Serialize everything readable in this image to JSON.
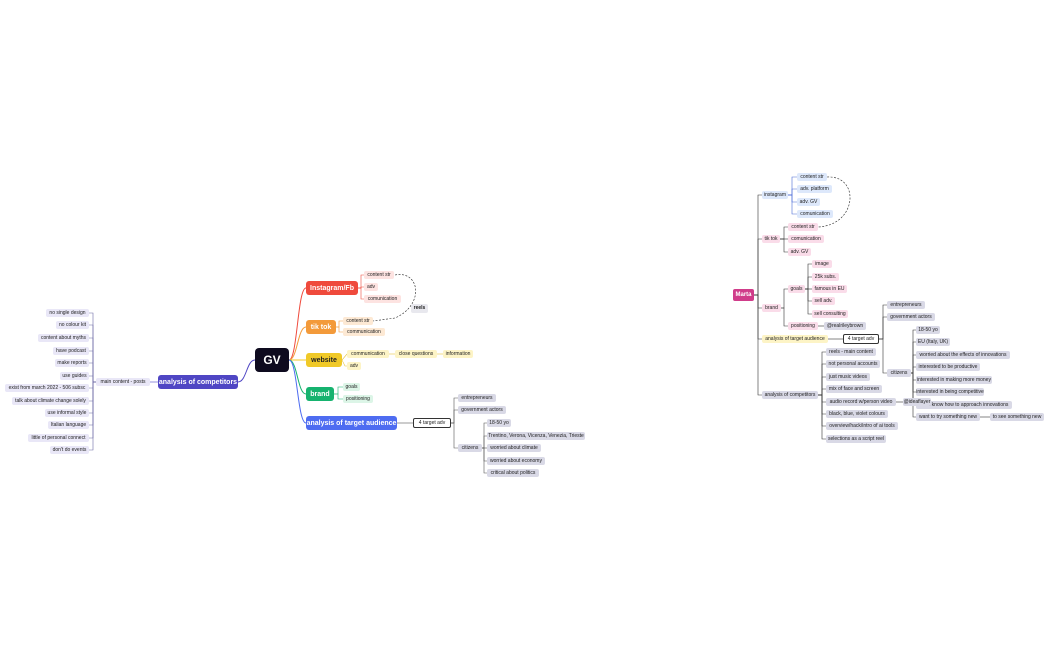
{
  "colors": {
    "dark": "#0e0b1f",
    "red": "#ef4a3c",
    "orange": "#f39a3a",
    "yellow": "#f0c928",
    "green": "#16b36f",
    "blue": "#4e6cf1",
    "indigo": "#4f46c4",
    "magenta": "#d03c8a",
    "line_gray": "#8a8ba8",
    "bg_red": "#fde3e1",
    "bg_orange": "#fde9d4",
    "bg_yellow": "#fdf4c6",
    "bg_green": "#dcf5e7",
    "bg_blue_light": "#dde8fb",
    "bg_gray": "#d9d9e6",
    "bg_lavender": "#e9e7f7",
    "bg_pink": "#fadce9"
  },
  "left_map": {
    "root": "GV",
    "branches": {
      "instagram": "Instagram/Fb",
      "tiktok": "tik tok",
      "website": "website",
      "brand": "brand",
      "target": "analysis of target audience",
      "competitors": "analysis of competitors"
    },
    "instagram_children": [
      "content str",
      "adv",
      "comunication"
    ],
    "reels_note": "reels",
    "tiktok_children": [
      "content str",
      "communication"
    ],
    "website_children": [
      "communication",
      "close questions",
      "information",
      "adv"
    ],
    "brand_children": [
      "goals",
      "positioning"
    ],
    "target_adv": "4 target adv",
    "target_children": [
      "entrepreneurs",
      "government actors",
      "citizens"
    ],
    "citizens_children": [
      "18-50 yo",
      "Trentino, Verona, Vicenza, Venezia, Trieste",
      "worried about climate",
      "worried about economy",
      "critical about politics"
    ],
    "competitors_main": "main content - posts",
    "competitors_children": [
      "no single design",
      "no colour kit",
      "content about myths",
      "have podcast",
      "make reports",
      "use guides",
      "exist from march 2022 - 506 subsc",
      "talk about climate change solely",
      "use informal style",
      "Italian language",
      "little of personal connect",
      "don't do events"
    ]
  },
  "right_map": {
    "root": "Marta",
    "branches": {
      "instagram": "instagram",
      "tiktok": "tik tok",
      "brand": "brand",
      "target": "analysis of target audience",
      "competitors": "analysis of competitors"
    },
    "instagram_children": [
      "content str",
      "adv. platform",
      "adv. GV",
      "comunication"
    ],
    "tiktok_children": [
      "content str",
      "comunication",
      "adv. GV"
    ],
    "brand_goals": "goals",
    "goals_children": [
      "image",
      "25k subs.",
      "famous in EU",
      "sell adv.",
      "sell consulting"
    ],
    "brand_positioning": "positioning",
    "positioning_child": "@realrileybrown",
    "target_adv": "4 target adv",
    "target_children": [
      "entrepreneurs",
      "government actors",
      "citizens"
    ],
    "citizens_children": [
      "18-50 yo",
      "EU (Italy, UK)",
      "worried about the effects of innovations",
      "interested to be productive",
      "interested in making more money",
      "interested in being competitive",
      "don't know how to approach innovations",
      "want to try something new"
    ],
    "try_new_child": "to see something new",
    "competitors_children": [
      "reels - main content",
      "not personal accounts",
      "just music videos",
      "mix of face and screen",
      "audio record w/person video",
      "black, blue, violet colours",
      "overview/hack/intro of ai tools",
      "selections as a script reel"
    ],
    "audio_child": "@ideaflayer"
  }
}
